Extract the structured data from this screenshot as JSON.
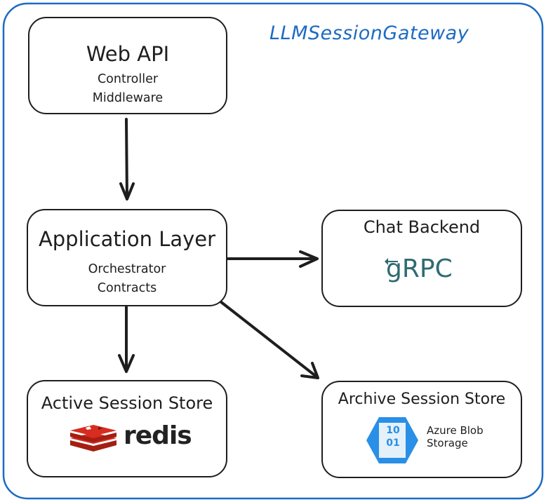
{
  "title": "LLMSessionGateway",
  "web_api": {
    "title": "Web API",
    "lines": [
      "Controller",
      "Middleware"
    ]
  },
  "application_layer": {
    "title": "Application Layer",
    "lines": [
      "Orchestrator",
      "Contracts"
    ]
  },
  "chat_backend": {
    "title": "Chat Backend",
    "logo_text": "gRPC"
  },
  "active_store": {
    "title": "Active Session Store",
    "logo_text": "redis"
  },
  "archive_store": {
    "title": "Archive Session Store",
    "logo_lines": [
      "Azure Blob",
      "Storage"
    ],
    "logo_icon_text": [
      "10",
      "01"
    ]
  },
  "colors": {
    "frame": "#1c6bc4",
    "stroke": "#1e1e1e",
    "grpc": "#2f6b73",
    "redis": "#d82c20",
    "azure": "#2a8fe6"
  },
  "edges": [
    {
      "from": "web_api",
      "to": "application_layer"
    },
    {
      "from": "application_layer",
      "to": "chat_backend"
    },
    {
      "from": "application_layer",
      "to": "active_store"
    },
    {
      "from": "application_layer",
      "to": "archive_store"
    }
  ]
}
